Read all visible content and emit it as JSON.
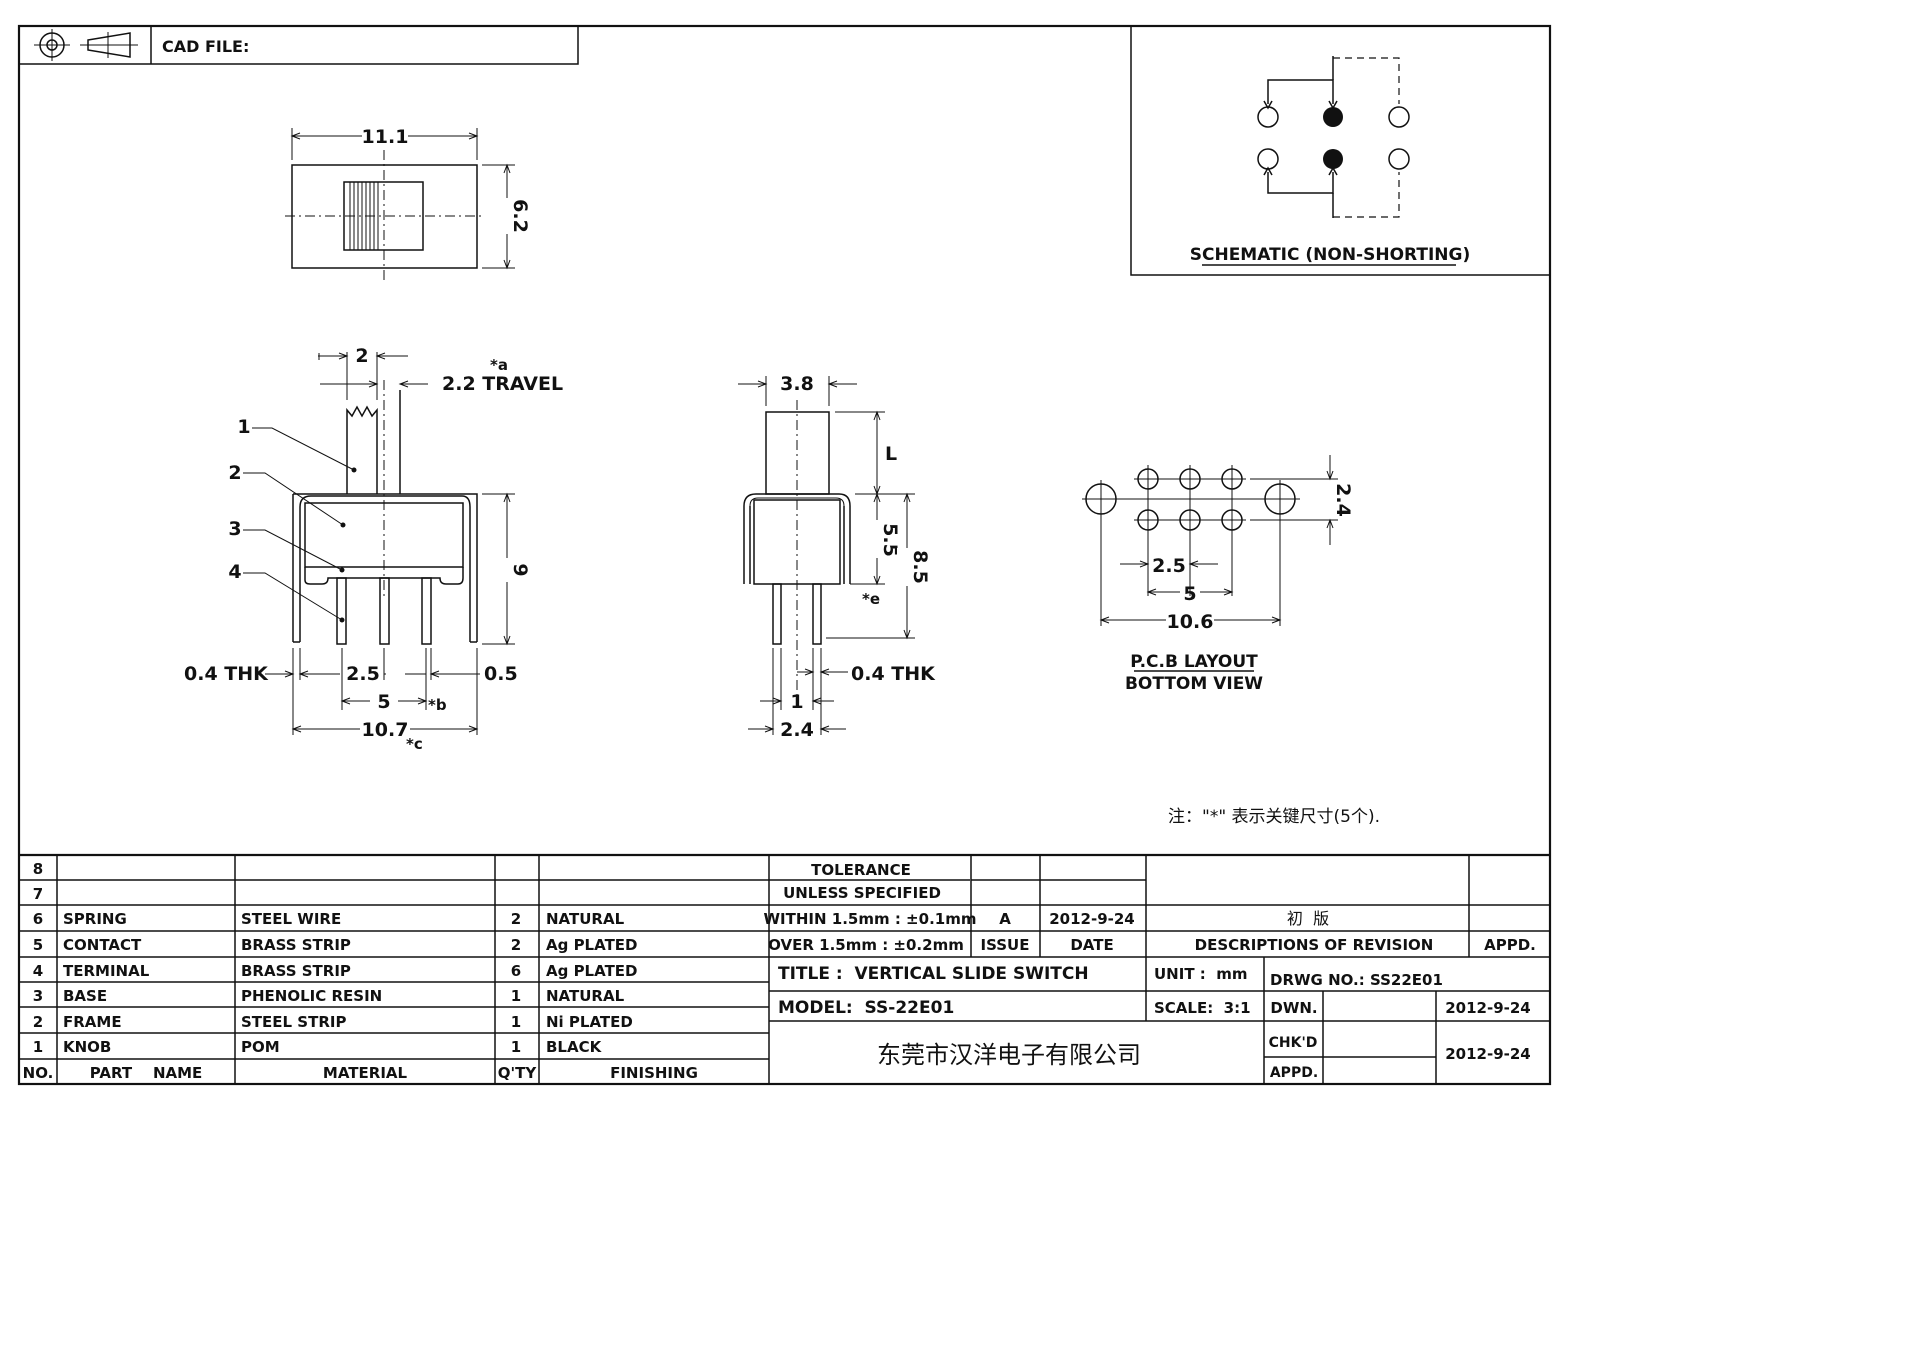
{
  "header": {
    "cad_file_label": "CAD FILE:"
  },
  "top_view": {
    "width_dim": "11.1",
    "height_dim": "6.2"
  },
  "front_view": {
    "knob_dim": "2",
    "travel_dim": "2.2 TRAVEL",
    "travel_note": "*a",
    "callouts": [
      "1",
      "2",
      "3",
      "4"
    ],
    "height_dim": "9",
    "thk_dim": "0.4 THK",
    "pitch_dim": "2.5",
    "pin_dim": "0.5",
    "span_dim": "5",
    "span_note": "*b",
    "total_dim": "10.7",
    "total_note": "*c"
  },
  "side_view": {
    "knob_dim": "3.8",
    "l_dim": "L",
    "body_dim": "5.5",
    "height_dim": "8.5",
    "e_note": "*e",
    "thk_dim": "0.4 THK",
    "pin_dim": "1",
    "span_dim": "2.4"
  },
  "schematic": {
    "label": "SCHEMATIC (NON-SHORTING)"
  },
  "pcb_layout": {
    "row_dim": "2.4",
    "pitch_dim": "2.5",
    "span_dim": "5",
    "total_dim": "10.6",
    "label_1": "P.C.B LAYOUT",
    "label_2": "BOTTOM VIEW"
  },
  "note": "注：\"*\" 表示关键尺寸(5个).",
  "bom": {
    "rows": [
      {
        "no": "8",
        "part": "",
        "material": "",
        "qty": "",
        "finishing": ""
      },
      {
        "no": "7",
        "part": "",
        "material": "",
        "qty": "",
        "finishing": ""
      },
      {
        "no": "6",
        "part": "SPRING",
        "material": "STEEL WIRE",
        "qty": "2",
        "finishing": "NATURAL"
      },
      {
        "no": "5",
        "part": "CONTACT",
        "material": "BRASS STRIP",
        "qty": "2",
        "finishing": "Ag PLATED"
      },
      {
        "no": "4",
        "part": "TERMINAL",
        "material": "BRASS STRIP",
        "qty": "6",
        "finishing": "Ag PLATED"
      },
      {
        "no": "3",
        "part": "BASE",
        "material": "PHENOLIC RESIN",
        "qty": "1",
        "finishing": "NATURAL"
      },
      {
        "no": "2",
        "part": "FRAME",
        "material": "STEEL STRIP",
        "qty": "1",
        "finishing": "Ni PLATED"
      },
      {
        "no": "1",
        "part": "KNOB",
        "material": "POM",
        "qty": "1",
        "finishing": "BLACK"
      }
    ],
    "headers": {
      "no": "NO.",
      "part": "PART    NAME",
      "material": "MATERIAL",
      "qty": "Q'TY",
      "finishing": "FINISHING"
    }
  },
  "revision": {
    "tolerance_1": "TOLERANCE",
    "tolerance_2": "UNLESS  SPECIFIED",
    "tol_within": "WITHIN 1.5mm : ±0.1mm",
    "tol_over": "OVER 1.5mm : ±0.2mm",
    "issue": "A",
    "date": "2012-9-24",
    "description": "初  版",
    "issue_label": "ISSUE",
    "date_label": "DATE",
    "desc_label": "DESCRIPTIONS OF REVISION",
    "appd_label": "APPD."
  },
  "title_block": {
    "title": "TITLE :  VERTICAL SLIDE SWITCH",
    "unit": "UNIT :  mm",
    "drwg_no": "DRWG NO.: SS22E01",
    "model": "MODEL:  SS-22E01",
    "scale": "SCALE:  3:1",
    "dwn_label": "DWN.",
    "dwn_date": "2012-9-24",
    "company": "东莞市汉洋电子有限公司",
    "chkd_label": "CHK'D",
    "chkd_date": "2012-9-24",
    "appd_label": "APPD."
  }
}
